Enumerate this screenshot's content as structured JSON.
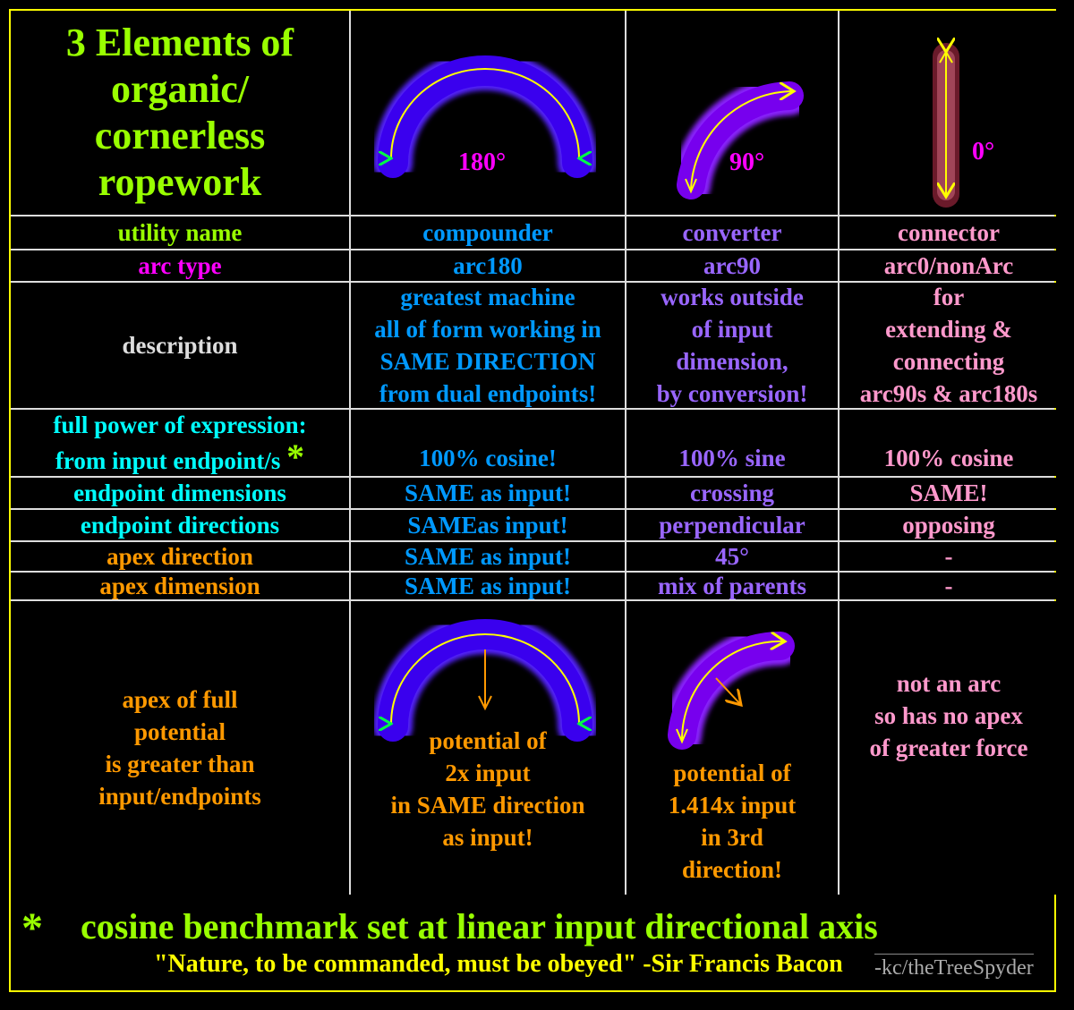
{
  "title": [
    "3 Elements of",
    "organic/",
    "cornerless",
    "ropework"
  ],
  "angles": {
    "a180": "180°",
    "a90": "90°",
    "a0": "0°"
  },
  "rows": {
    "utility": {
      "label": "utility name",
      "values": [
        "compounder",
        "converter",
        "connector"
      ]
    },
    "arc": {
      "label": "arc type",
      "values": [
        "arc180",
        "arc90",
        "arc0/nonArc"
      ]
    },
    "description": {
      "label": "description",
      "values": [
        [
          "greatest machine",
          "all of form working in",
          "SAME DIRECTION",
          "from dual endpoints!"
        ],
        [
          "works outside",
          "of input",
          "dimension,",
          "by conversion!"
        ],
        [
          "for",
          "extending &",
          "connecting",
          "arc90s & arc180s"
        ]
      ]
    },
    "power": {
      "label": [
        "full power of expression:",
        "from input endpoint/s"
      ],
      "star": "*",
      "values": [
        "100% cosine!",
        "100% sine",
        "100% cosine"
      ]
    },
    "dims": {
      "label": "endpoint dimensions",
      "values": [
        "SAME as input!",
        "crossing",
        "SAME!"
      ]
    },
    "dirs": {
      "label": "endpoint directions",
      "values": [
        "SAMEas input!",
        "perpendicular",
        "opposing"
      ]
    },
    "apexdir": {
      "label": "apex direction",
      "values": [
        "SAME as input!",
        "45°",
        "-"
      ]
    },
    "apexdim": {
      "label": "apex dimension",
      "values": [
        "SAME as input!",
        "mix of parents",
        "-"
      ]
    },
    "apex": {
      "label": [
        "apex of full",
        "potential",
        "is greater than",
        "input/endpoints"
      ],
      "values": [
        [
          "potential of",
          "2x input",
          "in SAME direction",
          "as input!"
        ],
        [
          "potential of",
          "1.414x input",
          "in 3rd",
          "direction!"
        ],
        [
          "not an arc",
          "so has no apex",
          "of greater force"
        ]
      ]
    }
  },
  "footer": {
    "star": "*",
    "benchmark": "cosine benchmark set at linear input directional axis",
    "quote": "\"Nature, to be commanded, must be obeyed\" -Sir Francis Bacon",
    "signature": "-kc/theTreeSpyder"
  },
  "colors": {
    "green": "#99ff00",
    "blue": "#0099ff",
    "purple": "#9966ff",
    "pink": "#ff99cc",
    "magenta": "#ff00ff",
    "cyan": "#00ffff",
    "orange": "#ff9900",
    "border": "#ffff00"
  }
}
